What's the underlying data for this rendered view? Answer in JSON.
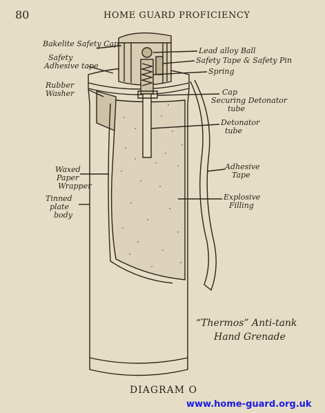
{
  "header": {
    "page_number": "80",
    "running_title": "HOME GUARD PROFICIENCY"
  },
  "labels": {
    "bakelite_cap": "Bakelite Safety Cap",
    "safety_tape_1": "Safety",
    "safety_tape_2": "Adhesive tape",
    "rubber_washer_1": "Rubber",
    "rubber_washer_2": "Washer",
    "lead_ball": "Lead alloy Ball",
    "safety_pin": "Safety Tape & Safety Pin",
    "spring": "Spring",
    "cap_1": "Cap",
    "cap_2": "Securing Detonator",
    "cap_3": "tube",
    "det_tube_1": "Detonator",
    "det_tube_2": "tube",
    "waxed_1": "Waxed",
    "waxed_2": "Paper",
    "waxed_3": "Wrapper",
    "tinned_1": "Tinned",
    "tinned_2": "plate",
    "tinned_3": "body",
    "adhesive_1": "Adhesive",
    "adhesive_2": "Tape",
    "explosive_1": "Explosive",
    "explosive_2": "Filling"
  },
  "caption": {
    "line1": "“Thermos” Anti-tank",
    "line2": "Hand Grenade"
  },
  "diagram_title": "DIAGRAM O",
  "footer": {
    "url": "www.home-guard.org.uk"
  },
  "colors": {
    "paper": "#e6ddc6",
    "ink": "#2a2418",
    "link": "#1a1ae0"
  }
}
